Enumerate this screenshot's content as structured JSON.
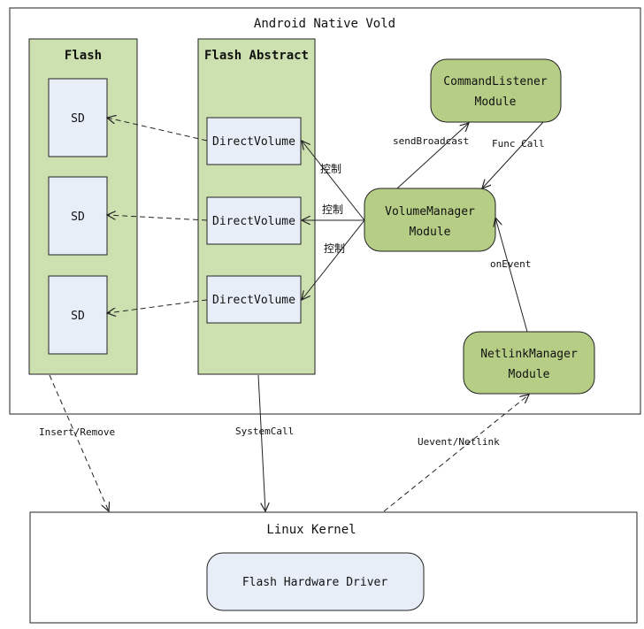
{
  "diagram": {
    "container": {
      "title": "Android Native Vold"
    },
    "flash": {
      "title": "Flash",
      "slots": [
        "SD",
        "SD",
        "SD"
      ]
    },
    "flash_abstract": {
      "title": "Flash Abstract",
      "volumes": [
        "DirectVolume",
        "DirectVolume",
        "DirectVolume"
      ]
    },
    "command_listener": {
      "line1": "CommandListener",
      "line2": "Module"
    },
    "volume_manager": {
      "line1": "VolumeManager",
      "line2": "Module"
    },
    "netlink_manager": {
      "line1": "NetlinkManager",
      "line2": "Module"
    },
    "kernel": {
      "title": "Linux Kernel",
      "driver": "Flash Hardware Driver"
    },
    "edges": {
      "send_broadcast": "sendBroadcast",
      "func_call": "Func Call",
      "control_1": "控制",
      "control_2": "控制",
      "control_3": "控制",
      "on_event": "onEvent",
      "insert_remove": "Insert/Remove",
      "system_call": "SystemCall",
      "uevent_netlink": "Uevent/Netlink"
    },
    "colors": {
      "panel_green": "#cde0b0",
      "module_green": "#b5cd85",
      "box_blue": "#e8eef8",
      "stroke": "#222222"
    }
  }
}
